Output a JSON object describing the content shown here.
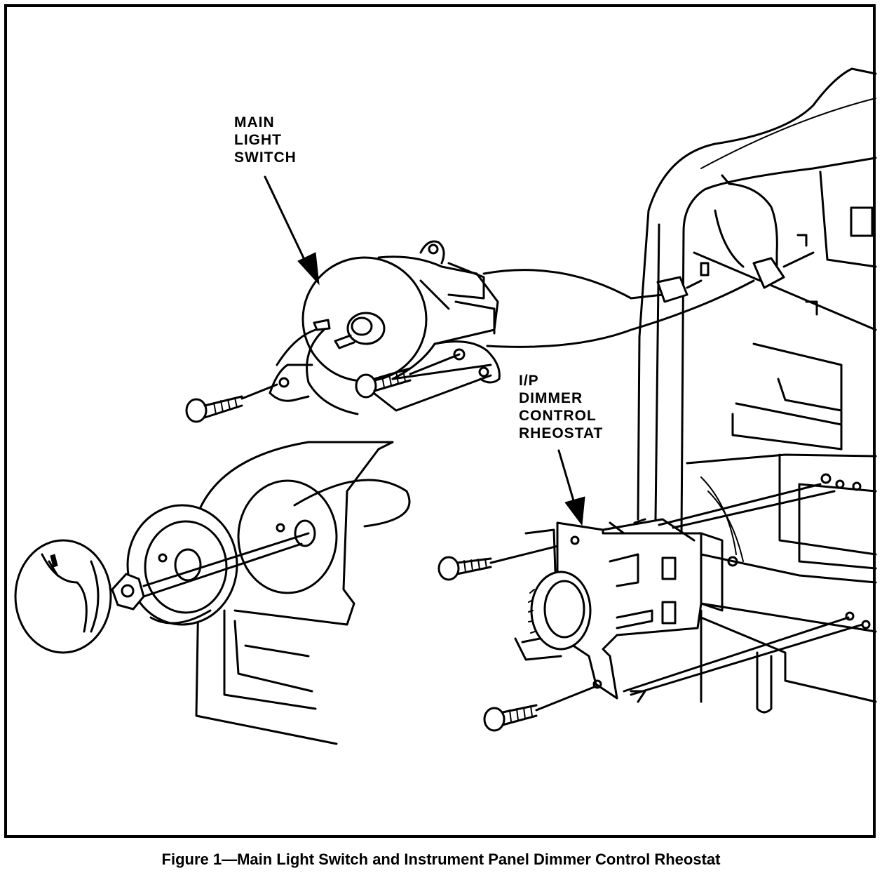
{
  "figure": {
    "caption": "Figure 1—Main Light Switch and Instrument Panel Dimmer Control Rheostat"
  },
  "callouts": {
    "main_light_switch": [
      "MAIN",
      "LIGHT",
      "SWITCH"
    ],
    "dimmer_rheostat": [
      "I/P",
      "DIMMER",
      "CONTROL",
      "RHEOSTAT"
    ]
  },
  "colors": {
    "ink": "#000000",
    "paper": "#ffffff"
  }
}
